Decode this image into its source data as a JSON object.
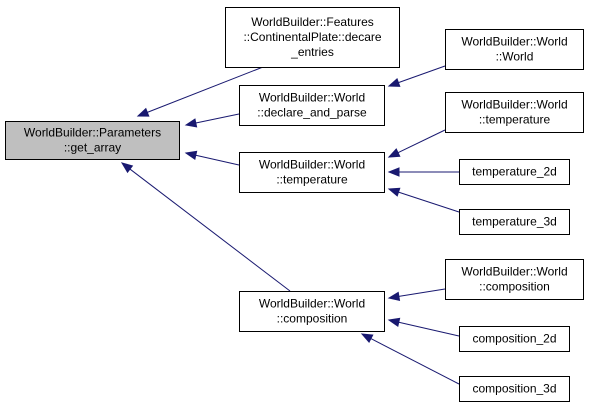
{
  "diagram": {
    "type": "caller-graph",
    "colors": {
      "focus_fill": "#bfbfbf",
      "node_fill": "#ffffff",
      "node_border": "#000000",
      "edge": "#191970"
    },
    "nodes": [
      {
        "id": "get_array",
        "lines": [
          "WorldBuilder::Parameters",
          "::get_array"
        ],
        "focus": true
      },
      {
        "id": "continental_decare",
        "lines": [
          "WorldBuilder::Features",
          "::ContinentalPlate::decare",
          "_entries"
        ]
      },
      {
        "id": "declare_and_parse",
        "lines": [
          "WorldBuilder::World",
          "::declare_and_parse"
        ]
      },
      {
        "id": "temperature_mid",
        "lines": [
          "WorldBuilder::World",
          "::temperature"
        ]
      },
      {
        "id": "composition_mid",
        "lines": [
          "WorldBuilder::World",
          "::composition"
        ]
      },
      {
        "id": "world_world",
        "lines": [
          "WorldBuilder::World",
          "::World"
        ]
      },
      {
        "id": "temperature_right",
        "lines": [
          "WorldBuilder::World",
          "::temperature"
        ]
      },
      {
        "id": "temperature_2d",
        "lines": [
          "temperature_2d"
        ]
      },
      {
        "id": "temperature_3d",
        "lines": [
          "temperature_3d"
        ]
      },
      {
        "id": "composition_right",
        "lines": [
          "WorldBuilder::World",
          "::composition"
        ]
      },
      {
        "id": "composition_2d",
        "lines": [
          "composition_2d"
        ]
      },
      {
        "id": "composition_3d",
        "lines": [
          "composition_3d"
        ]
      }
    ],
    "edges": [
      {
        "from": "continental_decare",
        "to": "get_array"
      },
      {
        "from": "declare_and_parse",
        "to": "get_array"
      },
      {
        "from": "temperature_mid",
        "to": "get_array"
      },
      {
        "from": "composition_mid",
        "to": "get_array"
      },
      {
        "from": "world_world",
        "to": "declare_and_parse"
      },
      {
        "from": "temperature_right",
        "to": "temperature_mid"
      },
      {
        "from": "temperature_2d",
        "to": "temperature_mid"
      },
      {
        "from": "temperature_3d",
        "to": "temperature_mid"
      },
      {
        "from": "composition_right",
        "to": "composition_mid"
      },
      {
        "from": "composition_2d",
        "to": "composition_mid"
      },
      {
        "from": "composition_3d",
        "to": "composition_mid"
      }
    ]
  }
}
